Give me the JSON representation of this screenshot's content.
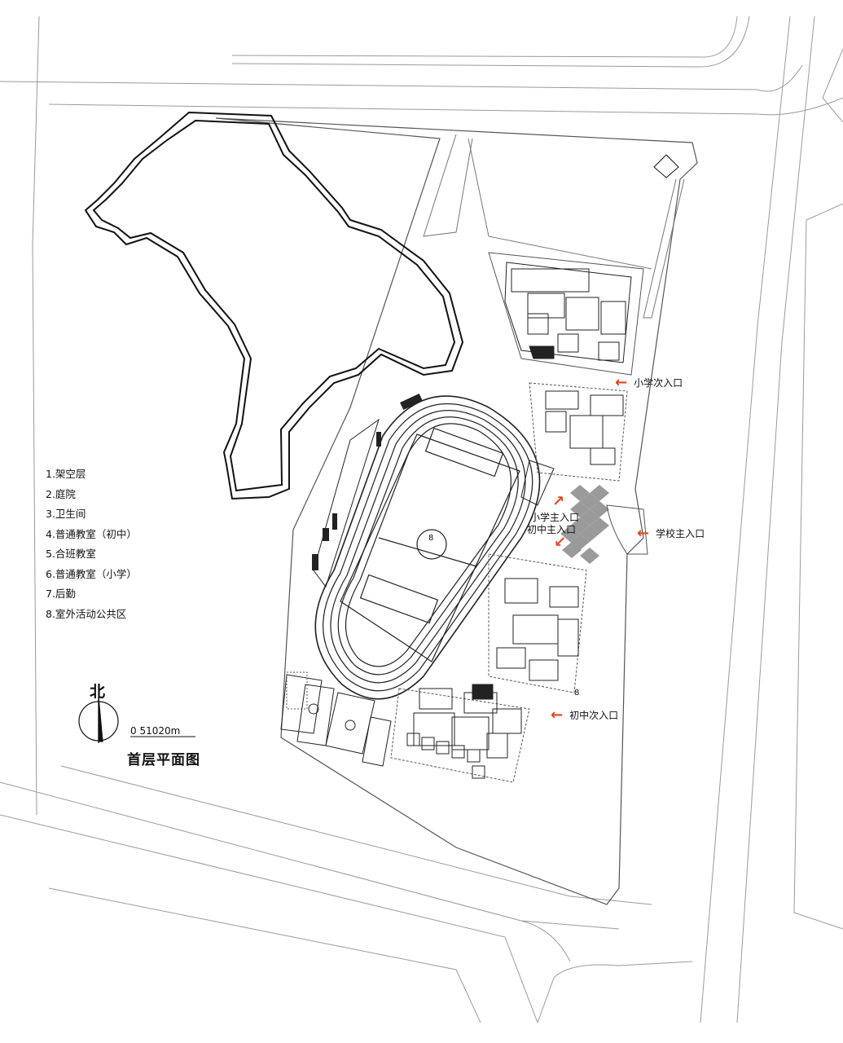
{
  "legend": {
    "items": [
      "1.架空层",
      "2.庭院",
      "3.卫生间",
      "4.普通教室（初中）",
      "5.合班教室",
      "6.普通教室（小学）",
      "7.后勤",
      "8.室外活动公共区"
    ]
  },
  "compass": {
    "north_label": "北"
  },
  "scale_bar": {
    "label": "0   51020m"
  },
  "plan_title": "首层平面图",
  "entrances": {
    "primary_secondary": "小学次入口",
    "school_main": "学校主入口",
    "primary_main": "小学主入口",
    "middle_main": "初中主入口",
    "middle_secondary": "初中次入口"
  },
  "field_label": "8",
  "plaza_label": "8",
  "accent_color": "#e2461e"
}
